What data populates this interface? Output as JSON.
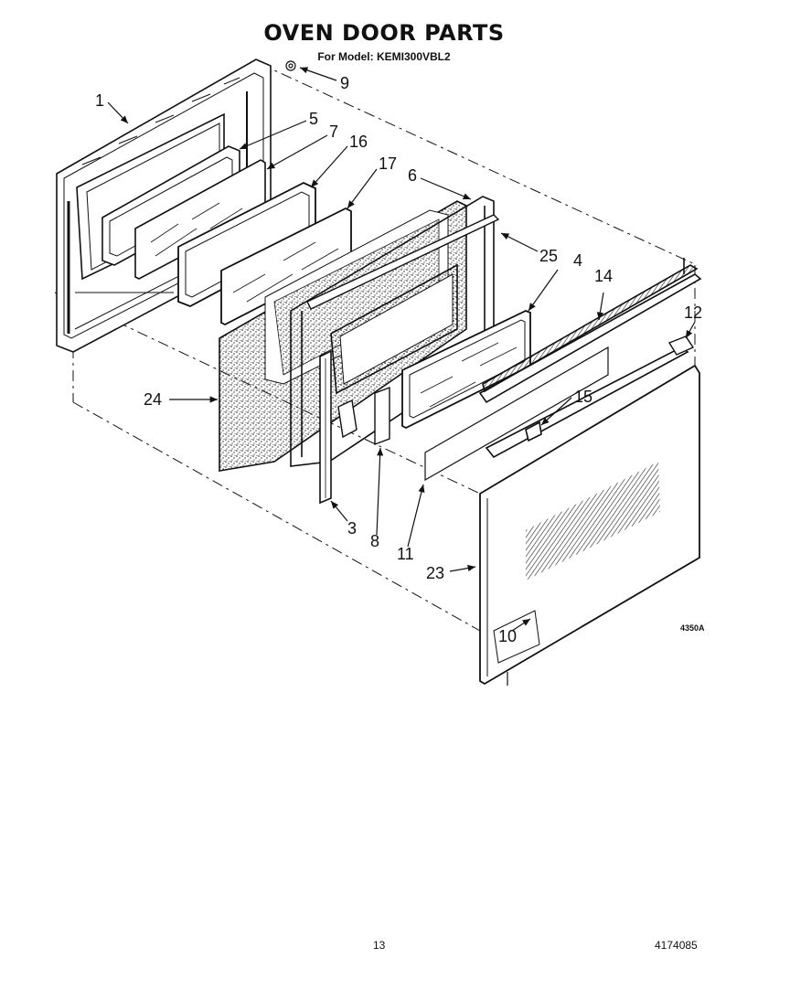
{
  "header": {
    "title": "OVEN DOOR PARTS",
    "model_line": "For Model: KEMI300VBL2"
  },
  "callouts": {
    "p1": "1",
    "p3": "3",
    "p4": "4",
    "p5": "5",
    "p6": "6",
    "p7": "7",
    "p8": "8",
    "p9": "9",
    "p10": "10",
    "p11": "11",
    "p12": "12",
    "p14": "14",
    "p15": "15",
    "p16": "16",
    "p17": "17",
    "p23": "23",
    "p24": "24",
    "p25": "25"
  },
  "illustration_code": "4350A",
  "footer": {
    "page_number": "13",
    "document_number": "4174085"
  },
  "colors": {
    "ink": "#111111",
    "paper": "#ffffff"
  }
}
